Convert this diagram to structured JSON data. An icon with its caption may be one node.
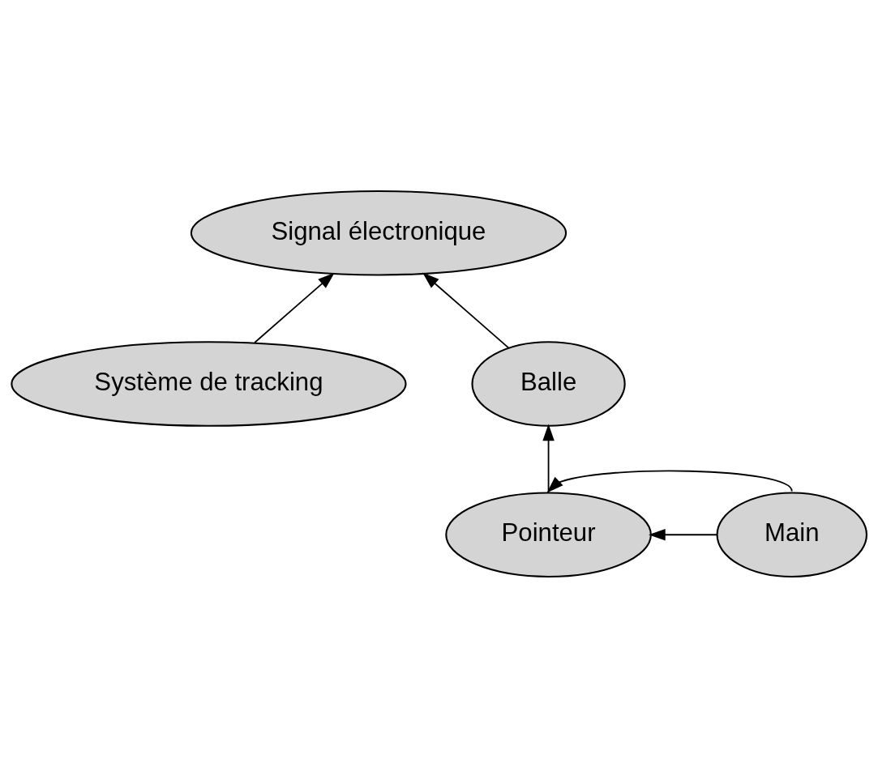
{
  "diagram": {
    "nodes": [
      {
        "text": [
          "Signal électronique"
        ]
      },
      {
        "text": [
          "Système de tracking"
        ]
      },
      {
        "text": [
          "Balle"
        ]
      },
      {
        "text": [
          "Main"
        ]
      },
      {
        "text": [
          "Pointeur"
        ]
      }
    ],
    "edges": [
      {
        "from": 1,
        "to": 0,
        "arrow": "to"
      },
      {
        "from": 2,
        "to": 0,
        "arrow": "to"
      },
      {
        "from": 4,
        "to": 2,
        "arrow": "to"
      },
      {
        "from": 3,
        "to": 4,
        "arrow": "to"
      },
      {
        "from": 3,
        "to": 4,
        "arrow": "to"
      }
    ]
  }
}
